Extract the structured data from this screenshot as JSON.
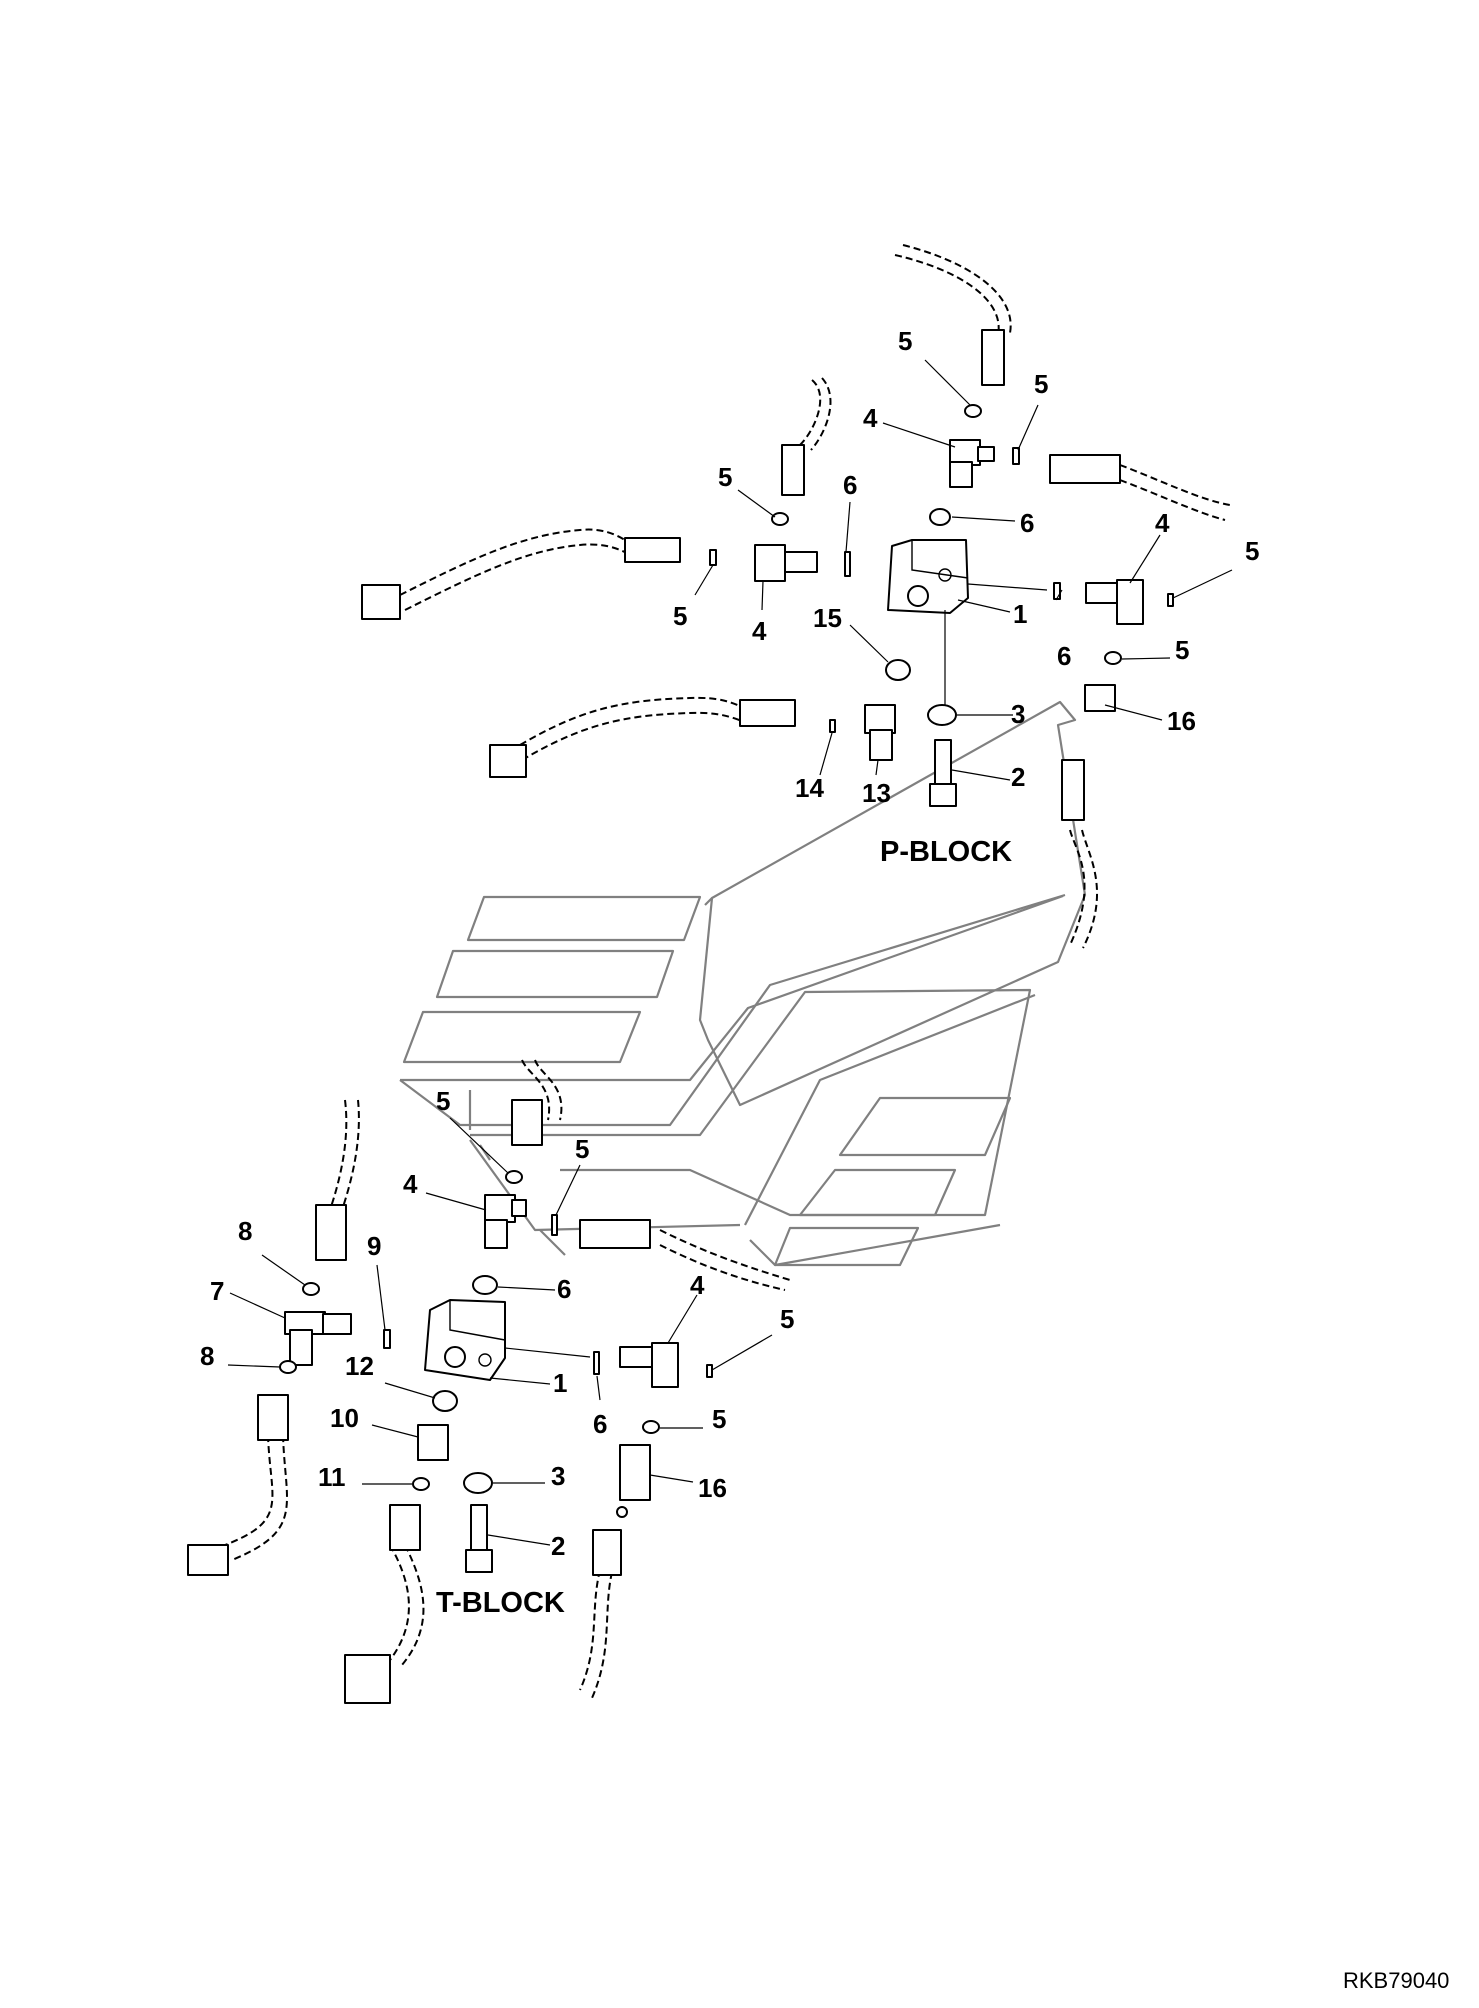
{
  "diagram": {
    "p_block_title": "P-BLOCK",
    "t_block_title": "T-BLOCK",
    "reference_code": "RKB79040"
  },
  "callouts": {
    "p_block": [
      "5",
      "5",
      "4",
      "6",
      "5",
      "6",
      "4",
      "5",
      "1",
      "15",
      "5",
      "6",
      "5",
      "4",
      "3",
      "16",
      "14",
      "13",
      "2"
    ],
    "t_block": [
      "5",
      "5",
      "4",
      "8",
      "9",
      "6",
      "7",
      "8",
      "4",
      "5",
      "12",
      "1",
      "10",
      "6",
      "5",
      "11",
      "3",
      "16",
      "2"
    ]
  }
}
